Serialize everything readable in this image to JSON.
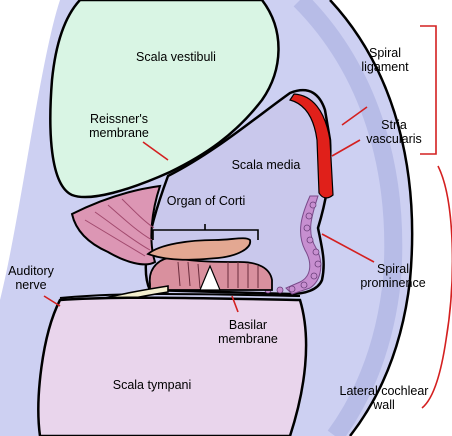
{
  "labels": {
    "scala_vestibuli": "Scala vestibuli",
    "reissners_membrane": "Reissner's\nmembrane",
    "scala_media": "Scala media",
    "organ_of_corti": "Organ of Corti",
    "auditory_nerve": "Auditory\nnerve",
    "basilar_membrane": "Basilar\nmembrane",
    "scala_tympani": "Scala tympani",
    "spiral_ligament": "Spiral\nligament",
    "stria_vascularis": "Stria\nvascularis",
    "spiral_prominence": "Spiral\nprominence",
    "lateral_cochlear_wall": "Lateral cochlear\nwall"
  },
  "colors": {
    "scala_vestibuli_fill": "#d9f5e4",
    "scala_media_fill": "#c9c8ec",
    "scala_tympani_fill": "#e9d5ec",
    "cochlear_wall_fill": "#cdd0f2",
    "stria_red": "#e0201a",
    "tissue_pink": "#dc96b4",
    "tectorial_fill": "#e3a892",
    "nerve_fill": "#f4efcf",
    "leader_line": "#d42020",
    "outline": "#000000"
  }
}
